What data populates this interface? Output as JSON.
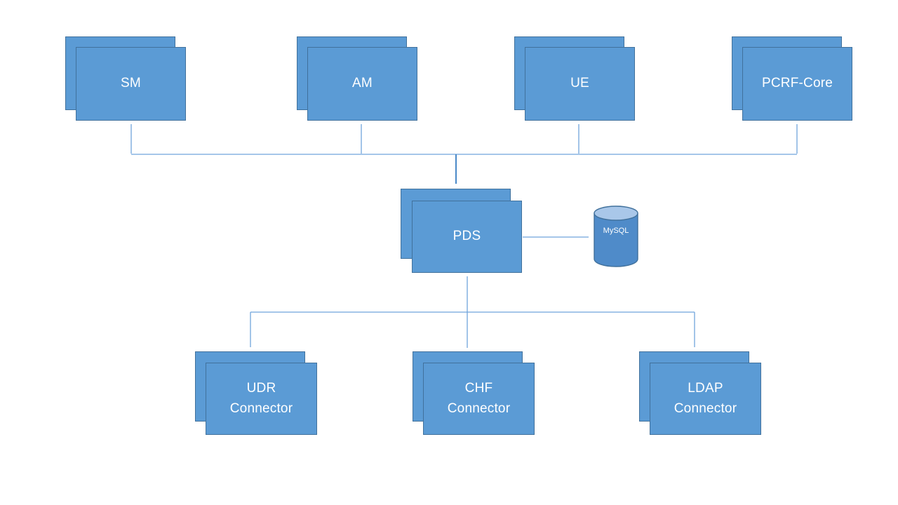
{
  "diagram": {
    "title": "PDS architecture diagram",
    "colors": {
      "box_fill": "#5b9bd5",
      "box_border": "#41719c",
      "cylinder_body": "#4f8bc9",
      "cylinder_top": "#a9c7e9",
      "connector_line": "#6fa5dc",
      "label_text": "#ffffff",
      "background": "#ffffff"
    },
    "nodes": {
      "sm": {
        "label": "SM"
      },
      "am": {
        "label": "AM"
      },
      "ue": {
        "label": "UE"
      },
      "pcrf_core": {
        "label": "PCRF-Core"
      },
      "pds": {
        "label": "PDS"
      },
      "mysql": {
        "label": "MySQL"
      },
      "udr_connector": {
        "label": "UDR\nConnector"
      },
      "chf_connector": {
        "label": "CHF\nConnector"
      },
      "ldap_connector": {
        "label": "LDAP\nConnector"
      }
    },
    "edges": [
      {
        "from": "bus-top",
        "to": "sm",
        "arrow": "up"
      },
      {
        "from": "bus-top",
        "to": "am",
        "arrow": "up"
      },
      {
        "from": "bus-top",
        "to": "ue",
        "arrow": "up"
      },
      {
        "from": "bus-top",
        "to": "pcrf_core",
        "arrow": "up"
      },
      {
        "from": "bus-top",
        "to": "pds",
        "arrow": "down"
      },
      {
        "from": "pds",
        "to": "mysql",
        "arrow": "right"
      },
      {
        "from": "pds",
        "to": "chf_connector",
        "arrow": "both"
      },
      {
        "from": "bus-bottom",
        "to": "udr_connector",
        "arrow": "down"
      },
      {
        "from": "bus-bottom",
        "to": "ldap_connector",
        "arrow": "down"
      }
    ]
  }
}
